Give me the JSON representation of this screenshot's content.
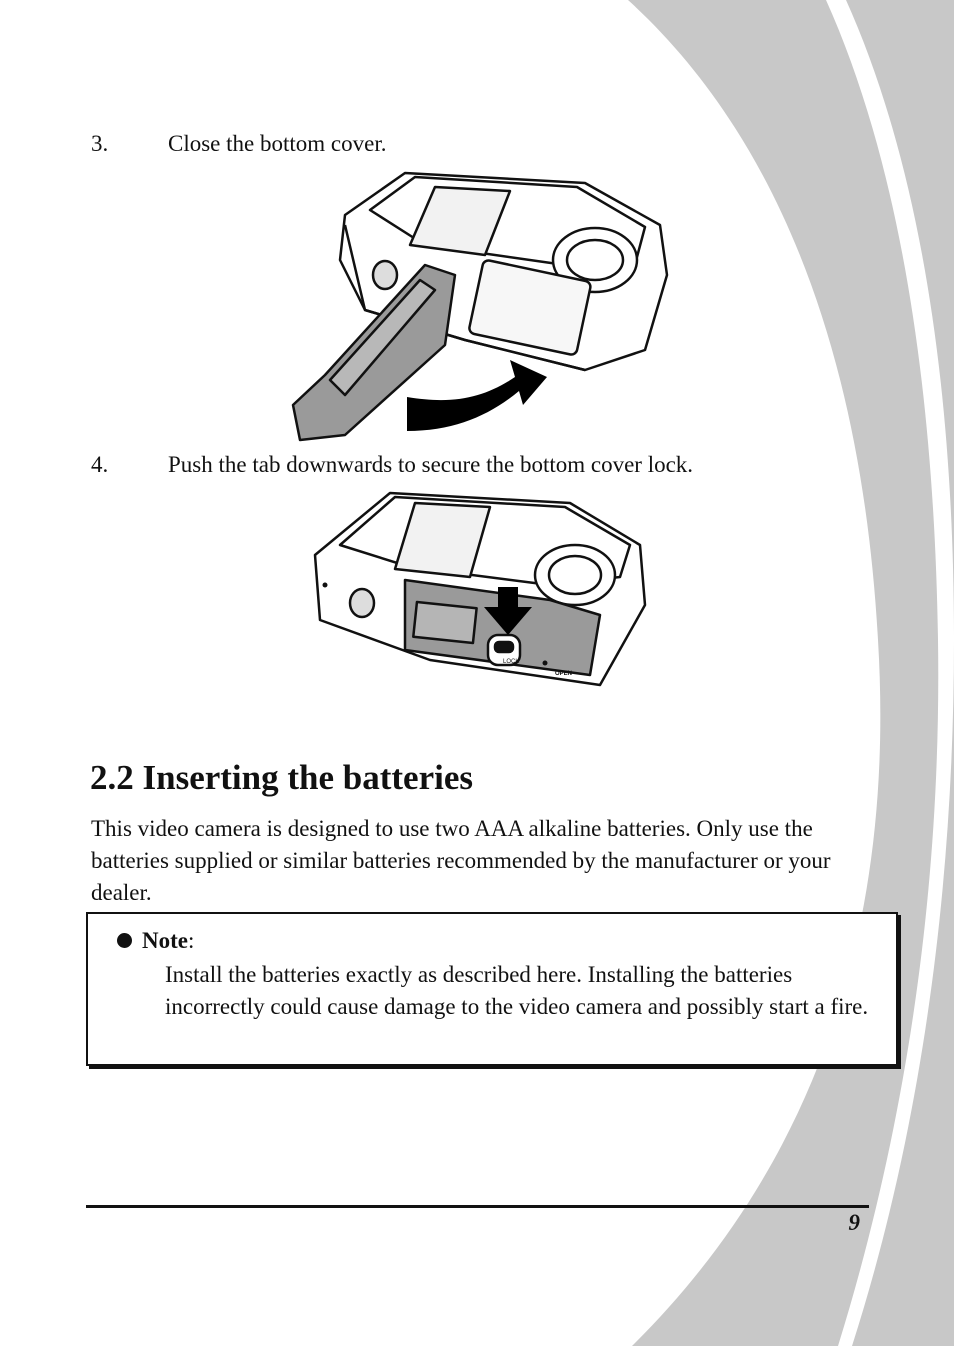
{
  "steps": [
    {
      "number": "3.",
      "text": "Close the bottom cover."
    },
    {
      "number": "4.",
      "text": "Push the tab downwards to secure the bottom cover lock."
    }
  ],
  "figures": {
    "close_cover": {
      "icon": "camera-bottom-cover-open-illustration"
    },
    "lock_cover": {
      "icon": "camera-bottom-cover-lock-illustration",
      "lock_label": "LOCK",
      "open_label": "OPEN"
    }
  },
  "section": {
    "heading": "2.2 Inserting the batteries",
    "paragraph": "This video camera is designed to use two AAA alkaline batteries. Only use the batteries supplied or similar batteries recommended by the manufacturer or your dealer."
  },
  "note": {
    "label": "Note",
    "colon": ":",
    "text": "Install the batteries exactly as described here. Installing the batteries incorrectly could cause damage to the video camera and possibly start a fire."
  },
  "footer": {
    "page_number": "9"
  },
  "colors": {
    "decoration": "#c8c8c8",
    "text": "#111111",
    "cover": "#9a9a9a"
  }
}
